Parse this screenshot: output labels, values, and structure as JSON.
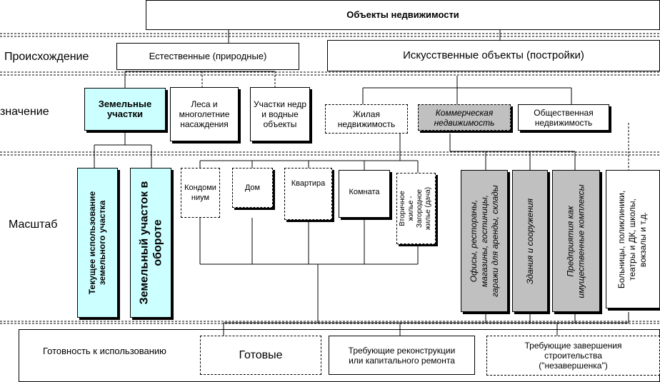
{
  "title": "Объекты недвижимости",
  "rows": {
    "origin": "Происхождение",
    "purpose": "значение",
    "scale": "Масштаб",
    "readiness": "Готовность к использованию"
  },
  "origin": {
    "natural": "Естественные (природные)",
    "artificial": "Искусственные объекты (постройки)"
  },
  "purpose": {
    "land": "Земельные участки",
    "forest": "Леса и многолетние насаждения",
    "subsoil": "Участки недр и водные объекты",
    "residential": "Жилая недвижимость",
    "commercial": "Коммерческая недвижимость",
    "public": "Общественная недвижимость"
  },
  "scale": {
    "land_current": [
      "Текущее использование",
      "земельного участка"
    ],
    "land_market": [
      "Земельный участок в",
      "обороте"
    ],
    "condo": "Кондоминиум",
    "house": "Дом",
    "apartment": "Квартира",
    "room": "Комната",
    "secondary": [
      "Вторичное",
      "жилье -",
      "Загородное",
      "жилье (дача)"
    ],
    "offices": [
      "Офисы, рестораны,",
      "магазины, гостиницы,",
      "гаражи для аренды, склады"
    ],
    "buildings": "Здания и сооружения",
    "enterprises": [
      "Предприятия как",
      "имущественные комплексы"
    ],
    "social": [
      "Больницы, поликлиники,",
      "театры и ДК, школы,",
      "вокзалы и т.д."
    ]
  },
  "readiness": {
    "ready": "Готовые",
    "reconstruction": [
      "Требующие реконструкции",
      "или капитального ремонта"
    ],
    "unfinished": [
      "Требующие завершения",
      "строительства",
      "(\"незавершенка\")"
    ]
  }
}
